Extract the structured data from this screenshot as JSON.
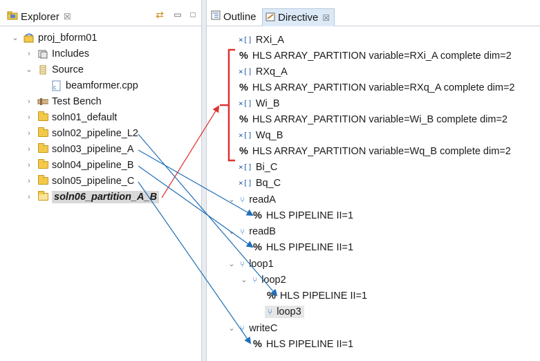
{
  "explorer": {
    "title": "Explorer",
    "close": "☒",
    "tree": {
      "project": "proj_bform01",
      "includes": "Includes",
      "source": "Source",
      "source_file": "beamformer.cpp",
      "test_bench": "Test Bench",
      "solutions": [
        "soln01_default",
        "soln02_pipeline_L2",
        "soln03_pipeline_A",
        "soln04_pipeline_B",
        "soln05_pipeline_C",
        "soln06_partition_A_B"
      ]
    }
  },
  "right_tabs": {
    "outline_label": "Outline",
    "directive_label": "Directive",
    "close": "☒"
  },
  "directive": {
    "rows": [
      "RXi_A",
      "HLS ARRAY_PARTITION variable=RXi_A complete dim=2",
      "RXq_A",
      "HLS ARRAY_PARTITION variable=RXq_A complete dim=2",
      "Wi_B",
      "HLS ARRAY_PARTITION variable=Wi_B complete dim=2",
      "Wq_B",
      "HLS ARRAY_PARTITION variable=Wq_B complete dim=2",
      "Bi_C",
      "Bq_C",
      "readA",
      "HLS PIPELINE II=1",
      "readB",
      "HLS PIPELINE II=1",
      "loop1",
      "loop2",
      "HLS PIPELINE II=1",
      "loop3",
      "writeC",
      "HLS PIPELINE II=1"
    ],
    "percent": "%"
  },
  "annotation_colors": {
    "red": "#e03131",
    "blue": "#1f6fb8"
  }
}
